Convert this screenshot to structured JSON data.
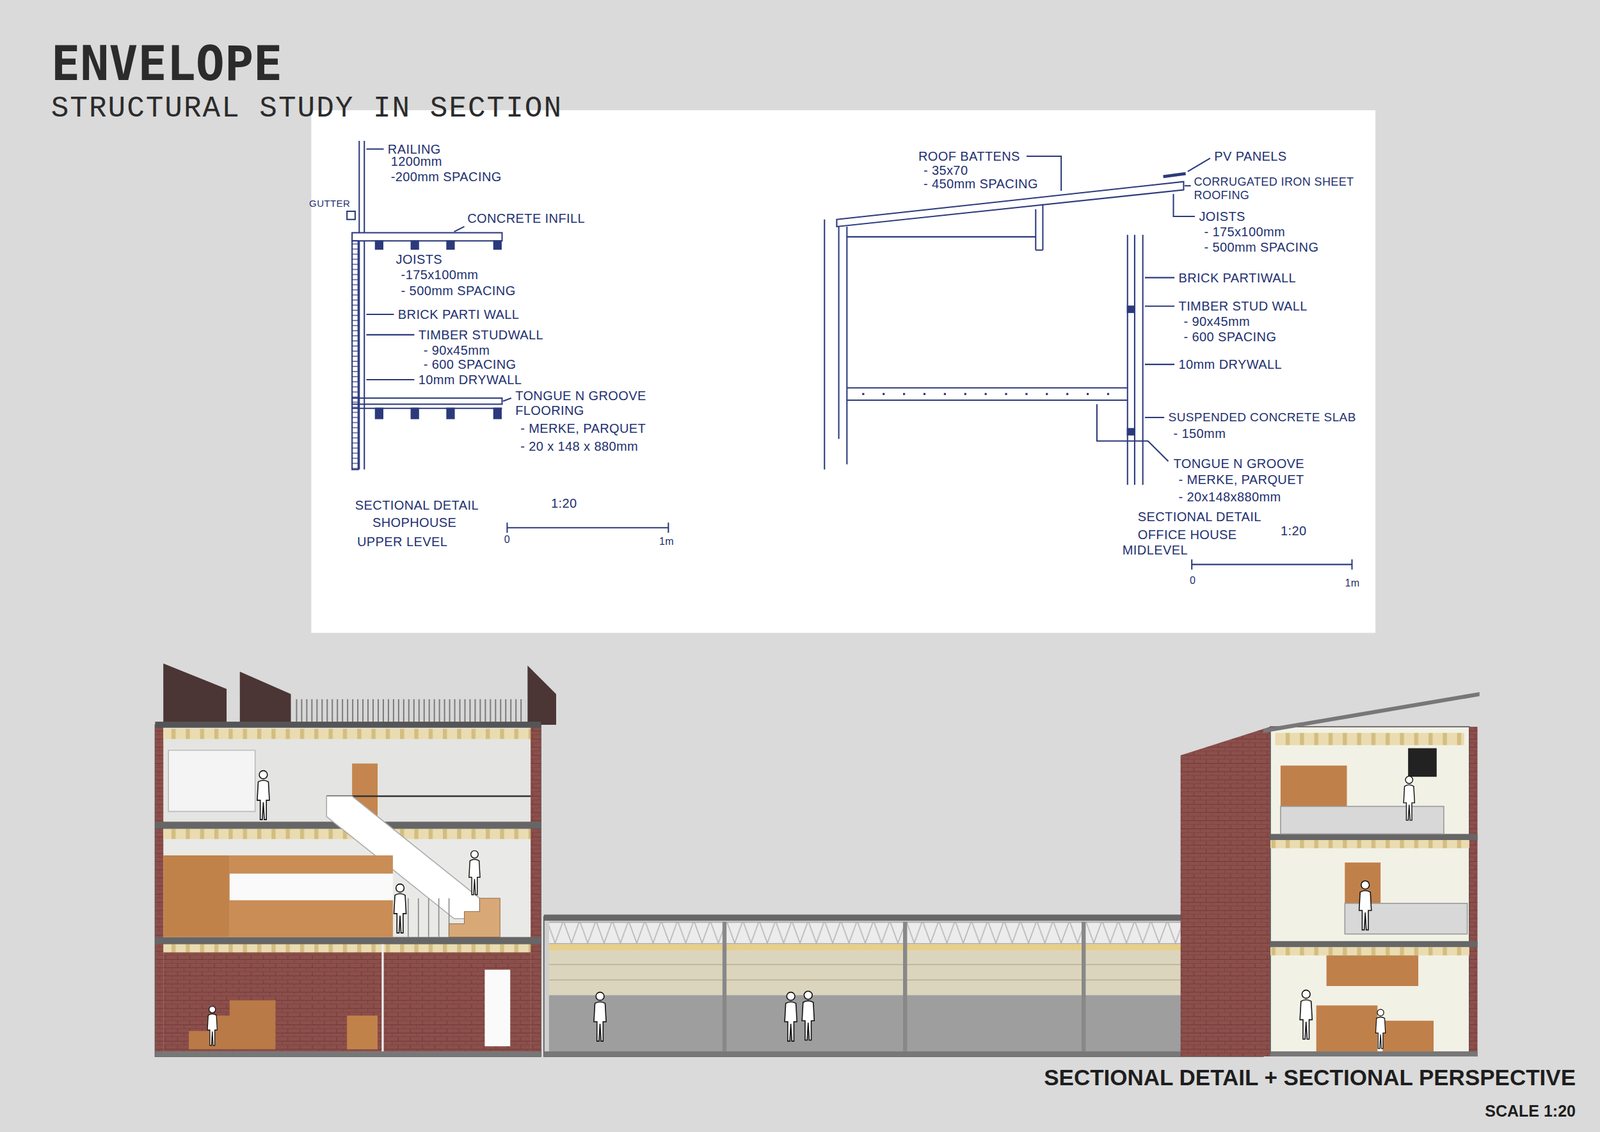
{
  "diagram": {
    "title": "ENVELOPE",
    "caption": "SECTIONAL DETAIL + SECTIONAL PERSPECTIVE",
    "labels": [
      "STRUCTURAL STUDY IN SECTION",
      "RAILING",
      "1200mm",
      "-200mm SPACING",
      "GUTTER",
      "CONCRETE INFILL",
      "JOISTS",
      "-175x100mm",
      "- 500mm SPACING",
      "BRICK PARTI WALL",
      "TIMBER STUDWALL",
      "- 90x45mm",
      "- 600 SPACING",
      "10mm DRYWALL",
      "TONGUE N GROOVE FLOORING",
      "- MERKE, PARQUET",
      "- 20 x 148 x 880mm",
      "SECTIONAL DETAIL",
      "1:20",
      "SHOPHOUSE",
      "UPPER LEVEL",
      "0",
      "1m",
      "ROOF BATTENS",
      "- 35x70",
      "- 450mm SPACING",
      "PV PANELS",
      "CORRUGATED IRON SHEET ROOFING",
      "JOISTS",
      "- 175x100mm",
      "- 500mm SPACING",
      "BRICK PARTIWALL",
      "TIMBER STUD WALL",
      "- 90x45mm",
      "- 600 SPACING",
      "10mm DRYWALL",
      "SUSPENDED CONCRETE SLAB",
      "- 150mm",
      "TONGUE N GROOVE",
      "- MERKE, PARQUET",
      "- 20x148x880mm",
      "SECTIONAL DETAIL",
      "1:20",
      "OFFICE HOUSE",
      "MIDLEVEL",
      "0",
      "1m",
      "SCALE 1:20"
    ]
  }
}
